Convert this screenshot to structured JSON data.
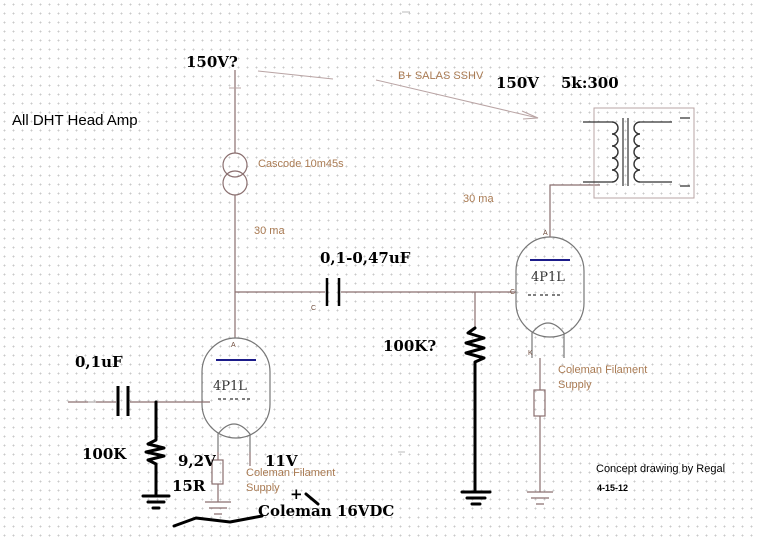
{
  "title": "All DHT  Head Amp",
  "labels": {
    "supply_v1": "150V?",
    "supply_v2": "150V",
    "transformer": "5k:300",
    "coupling_cap": "0,1-0,47uF",
    "input_cap": "0,1uF",
    "grid_res_in": "100K",
    "grid_res_out": "100K?",
    "fil_v": "9,2V",
    "fil_v2": "11V",
    "fil_res": "15R",
    "coleman_16": "Coleman 16VDC",
    "plus_sign": "+"
  },
  "notes": {
    "bplus": "B+  SALAS SSHV",
    "cascode": "Cascode 10m45s",
    "current1": "30 ma",
    "current2": "30 ma",
    "fil1_line1": "Coleman Filament",
    "fil1_line2": "Supply",
    "fil2_line1": "Coleman Filament",
    "fil2_line2": "Supply",
    "concept": "Concept drawing by Regal",
    "date": "4-15-12"
  },
  "tubes": {
    "tube1": "4P1L",
    "tube2": "4P1L"
  },
  "pins": {
    "anode": "A",
    "cap": "C",
    "k": "K"
  }
}
